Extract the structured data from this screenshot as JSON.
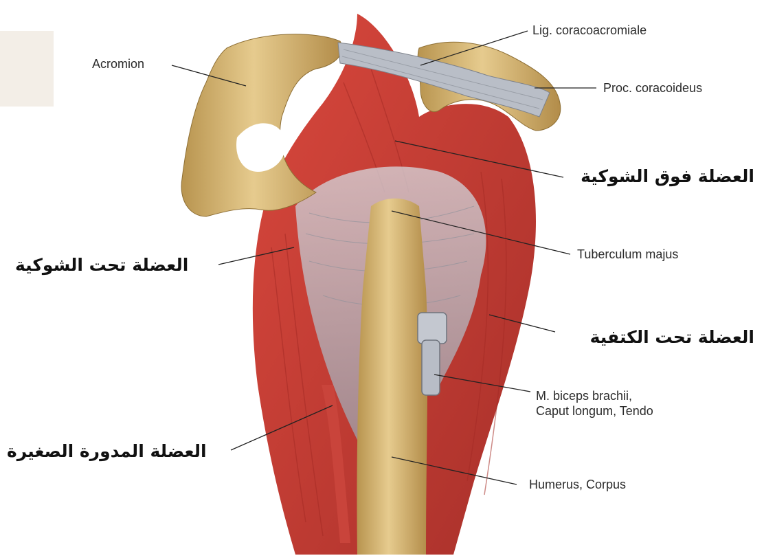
{
  "labels_latin": {
    "acromion": "Acromion",
    "lig_coracoacromiale": "Lig. coracoacromiale",
    "proc_coracoideus": "Proc. coracoideus",
    "tuberculum_majus": "Tuberculum majus",
    "biceps_line1": "M. biceps brachii,",
    "biceps_line2": "Caput longum, Tendo",
    "humerus_corpus": "Humerus, Corpus"
  },
  "labels_arabic": {
    "supraspinatus": "العضلة فوق الشوكية",
    "infraspinatus": "العضلة تحت الشوكية",
    "subscapularis": "العضلة تحت الكتفية",
    "teres_minor": "العضلة المدورة الصغيرة"
  },
  "colors": {
    "bone": "#d8b978",
    "bone_shade": "#a88545",
    "muscle": "#cf3f36",
    "muscle_dark": "#9e2a24",
    "tendon": "#b7bcc6",
    "leader_line": "#222222"
  }
}
